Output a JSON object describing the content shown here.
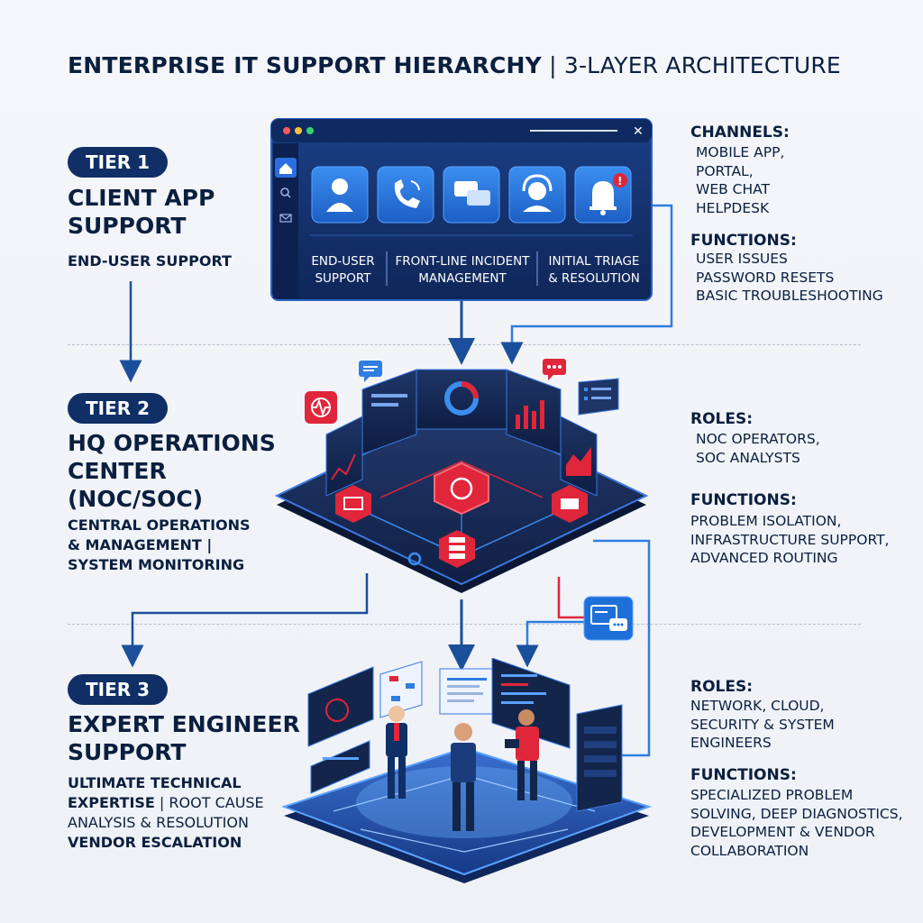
{
  "title": {
    "bold": "ENTERPRISE IT SUPPORT HIERARCHY",
    "rest": " | 3-LAYER ARCHITECTURE"
  },
  "tiers": [
    {
      "badge": "TIER 1",
      "heading": [
        "CLIENT APP",
        "SUPPORT"
      ],
      "sub": [
        "END-USER SUPPORT"
      ],
      "window_labels": [
        [
          "END-USER",
          "SUPPORT"
        ],
        [
          "FRONT-LINE INCIDENT",
          "MANAGEMENT"
        ],
        [
          "INITIAL TRIAGE",
          "& RESOLUTION"
        ]
      ],
      "panel": {
        "label1": "CHANNELS:",
        "list1": [
          "MOBILE APP,",
          "PORTAL,",
          "WEB CHAT",
          "HELPDESK"
        ],
        "label2": "FUNCTIONS:",
        "list2": [
          "USER ISSUES",
          "PASSWORD RESETS",
          "BASIC TROUBLESHOOTING"
        ]
      }
    },
    {
      "badge": "TIER 2",
      "heading": [
        "HQ OPERATIONS",
        "CENTER",
        "(NOC/SOC)"
      ],
      "sub": [
        "CENTRAL OPERATIONS",
        "& MANAGEMENT |",
        "SYSTEM MONITORING"
      ],
      "panel": {
        "label1": "ROLES:",
        "list1": [
          "NOC OPERATORS,",
          "SOC ANALYSTS"
        ],
        "label2": "FUNCTIONS:",
        "list2": [
          "PROBLEM ISOLATION,",
          "INFRASTRUCTURE SUPPORT,",
          "ADVANCED ROUTING"
        ]
      }
    },
    {
      "badge": "TIER 3",
      "heading": [
        "EXPERT ENGINEER",
        "SUPPORT"
      ],
      "sub": [
        "ULTIMATE TECHNICAL",
        "EXPERTISE | ROOT CAUSE",
        "ANALYSIS & RESOLUTION",
        "VENDOR ESCALATION"
      ],
      "panel": {
        "label1": "ROLES:",
        "list1": [
          "NETWORK, CLOUD,",
          "SECURITY & SYSTEM",
          "ENGINEERS"
        ],
        "label2": "FUNCTIONS:",
        "list2": [
          "SPECIALIZED PROBLEM",
          "SOLVING, DEEP DIAGNOSTICS,",
          "DEVELOPMENT & VENDOR",
          "COLLABORATION"
        ]
      }
    }
  ],
  "colors": {
    "navy": "#0f2f66",
    "blue": "#1f6fd8",
    "red": "#e0263a",
    "dark": "#13254a"
  },
  "icons": [
    "home-icon",
    "search-icon",
    "mail-icon",
    "user-icon",
    "phone-icon",
    "chat-icon",
    "headset-icon",
    "bell-icon",
    "close-icon"
  ]
}
